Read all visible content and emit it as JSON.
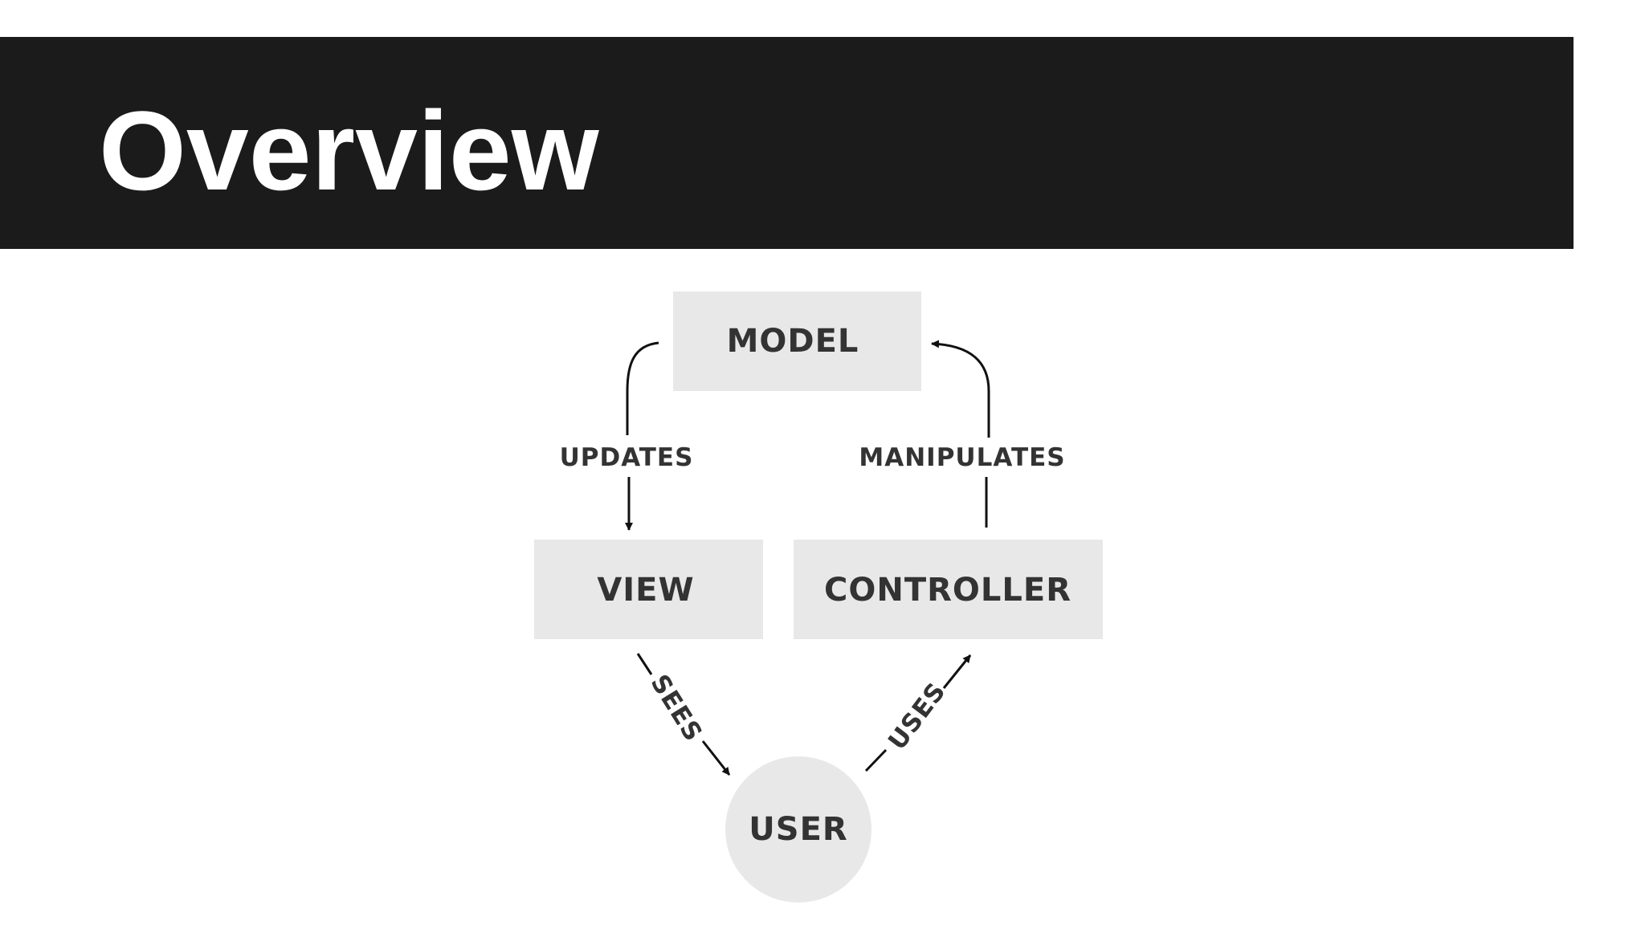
{
  "slide": {
    "title": "Overview"
  },
  "diagram": {
    "nodes": {
      "model": "MODEL",
      "view": "VIEW",
      "controller": "CONTROLLER",
      "user": "USER"
    },
    "edges": {
      "model_to_view": "UPDATES",
      "controller_to_model": "MANIPULATES",
      "view_to_user": "SEES",
      "user_to_controller": "USES"
    }
  },
  "colors": {
    "title_bar": "#1b1b1b",
    "title_text": "#ffffff",
    "node_fill": "#e8e8e8",
    "label_text": "#333333"
  }
}
